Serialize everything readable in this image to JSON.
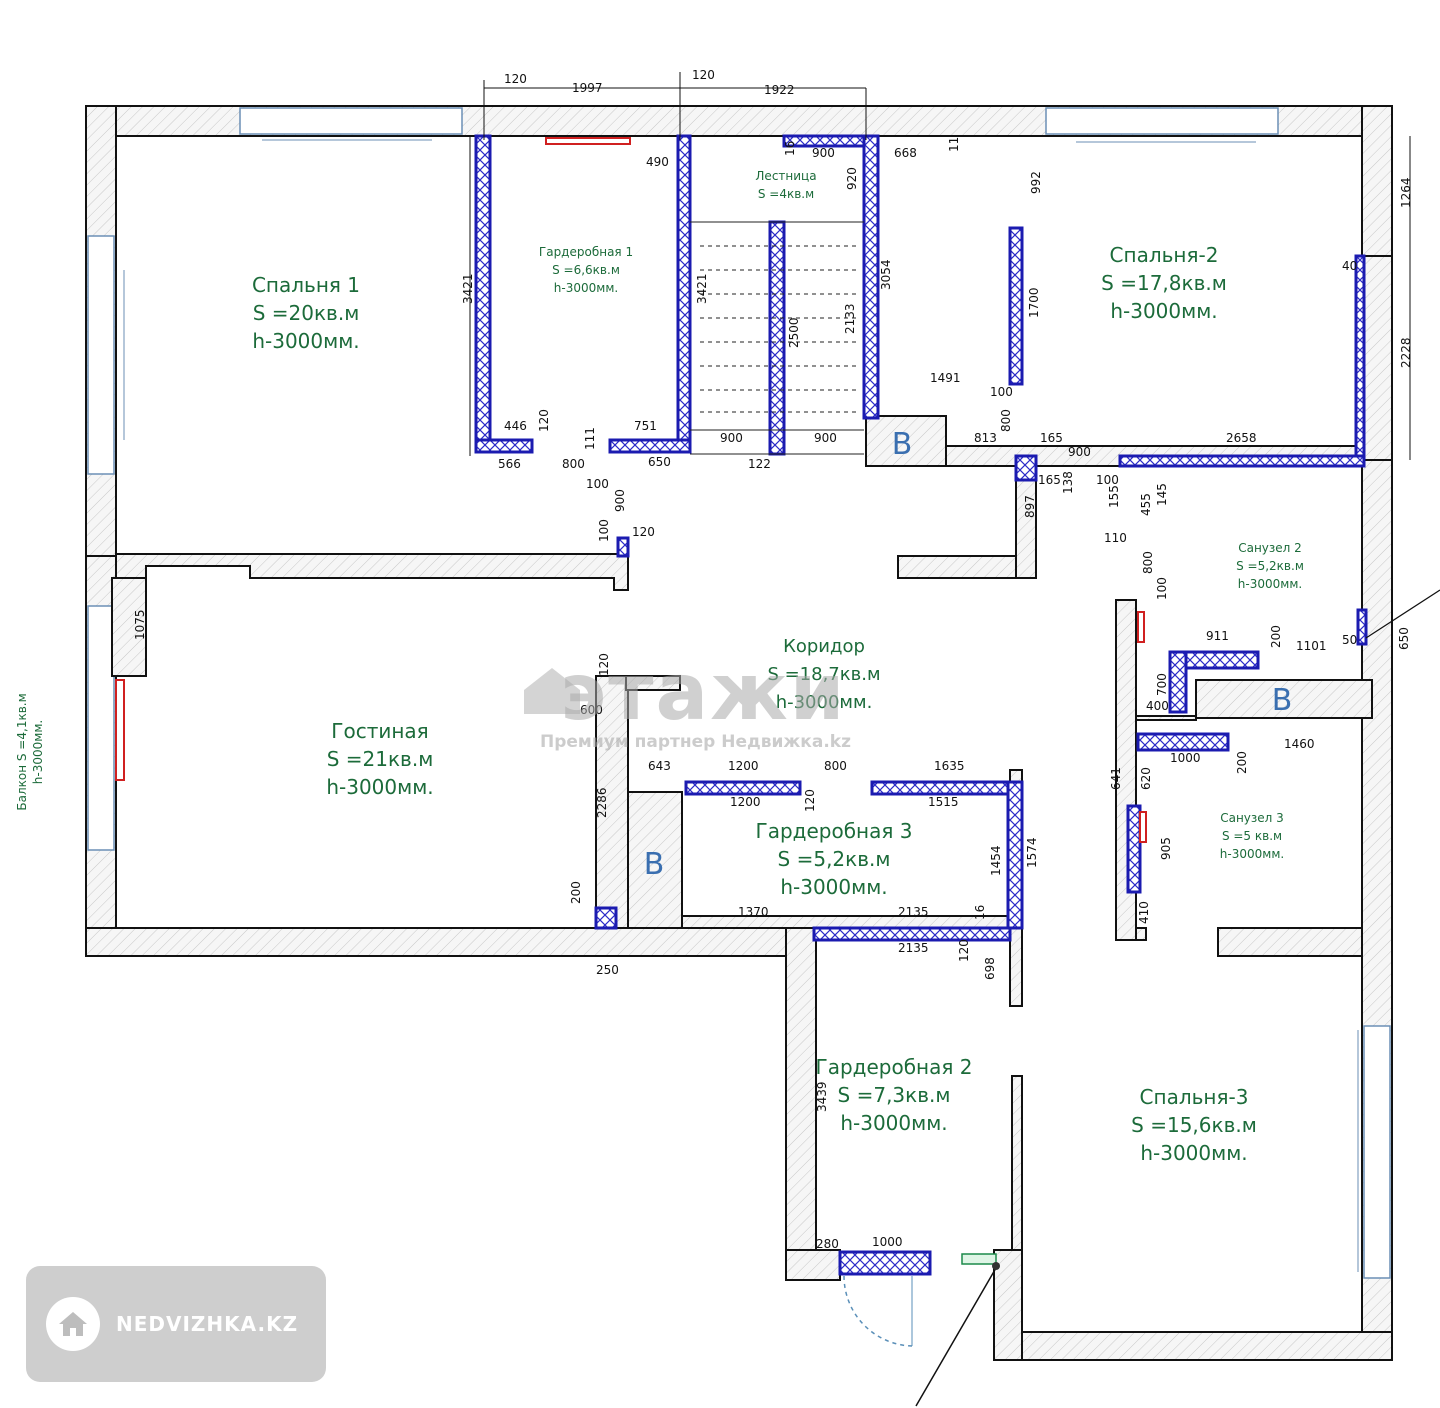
{
  "rooms": {
    "bedroom1": {
      "name": "Спальня  1",
      "area": "S  =20кв.м",
      "height": "h-3000мм."
    },
    "closet1": {
      "name": "Гардеробная  1",
      "area": "S  =6,6кв.м",
      "height": "h-3000мм."
    },
    "stairs": {
      "name": "Лестница",
      "area": "S  =4кв.м"
    },
    "bedroom2": {
      "name": "Спальня-2",
      "area": "S  =17,8кв.м",
      "height": "h-3000мм."
    },
    "bath2": {
      "name": "Санузел  2",
      "area": "S  =5,2кв.м",
      "height": "h-3000мм."
    },
    "corridor": {
      "name": "Коридор",
      "area": "S  =18,7кв.м",
      "height": "h-3000мм."
    },
    "living": {
      "name": "Гостиная",
      "area": "S  =21кв.м",
      "height": "h-3000мм."
    },
    "closet3": {
      "name": "Гардеробная  3",
      "area": "S  =5,2кв.м",
      "height": "h-3000мм."
    },
    "bath3": {
      "name": "Санузел  3",
      "area": "S  =5  кв.м",
      "height": "h-3000мм."
    },
    "closet2": {
      "name": "Гардеробная  2",
      "area": "S  =7,3кв.м",
      "height": "h-3000мм."
    },
    "bedroom3": {
      "name": "Спальня-3",
      "area": "S  =15,6кв.м",
      "height": "h-3000мм."
    },
    "balcony": {
      "text": "Балкон  S  =4,1кв.м",
      "height": "h-3000мм."
    }
  },
  "vent_label": "В",
  "dimensions": {
    "top": [
      "120",
      "1997",
      "120",
      "1922"
    ],
    "upper": [
      "490",
      "900",
      "668",
      "16",
      "11",
      "920",
      "992",
      "1264",
      "40",
      "3421",
      "3421",
      "3054",
      "2500",
      "2133",
      "1700",
      "1491",
      "100",
      "2228",
      "446",
      "120",
      "751",
      "111",
      "900",
      "900",
      "813",
      "800",
      "165",
      "900",
      "2658",
      "566",
      "800",
      "650",
      "122",
      "100",
      "900",
      "100",
      "120",
      "165",
      "138",
      "897",
      "100",
      "155",
      "455",
      "145",
      "110",
      "800",
      "100"
    ],
    "middle": [
      "1075",
      "120",
      "600",
      "911",
      "200",
      "1101",
      "50",
      "650",
      "700",
      "400",
      "643",
      "1200",
      "800",
      "1635",
      "1000",
      "1460",
      "200",
      "641",
      "620",
      "1200",
      "120",
      "1515",
      "905",
      "2286",
      "1454",
      "1574",
      "200",
      "1370",
      "2135",
      "16",
      "410",
      "250",
      "2135",
      "120",
      "698"
    ],
    "lower": [
      "3439",
      "280",
      "1000"
    ]
  },
  "watermark": {
    "logo": "этажи",
    "partner": "Премиум партнер Недвижка.kz"
  },
  "badge": {
    "text": "NEDVIZHKA.KZ"
  },
  "icons": {
    "badge": "house-icon",
    "watermark": "house-outline-icon"
  }
}
